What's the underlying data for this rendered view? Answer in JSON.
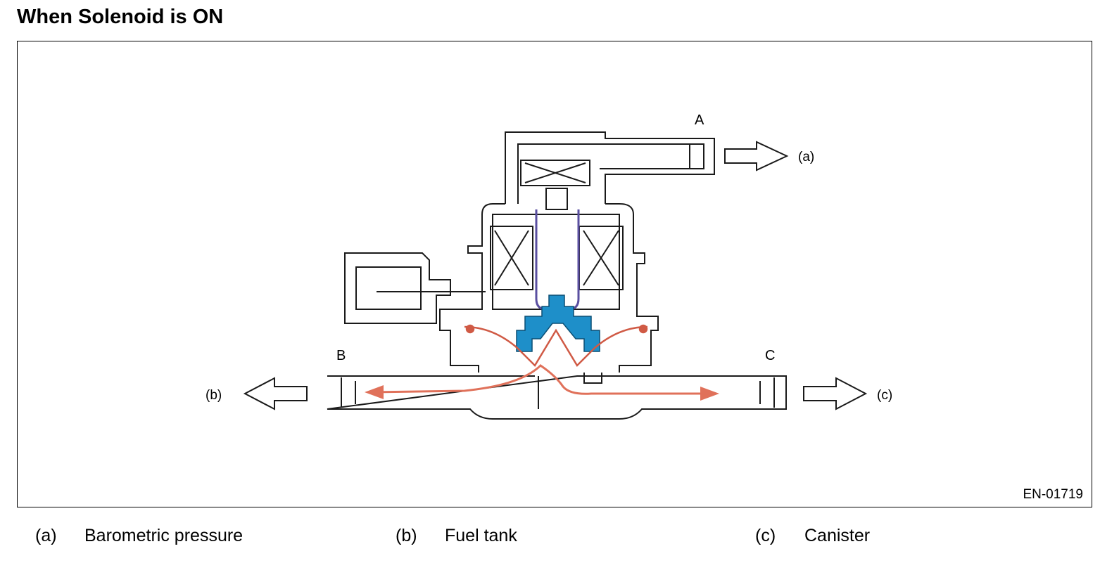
{
  "title": "When Solenoid is ON",
  "figure_code": "EN-01719",
  "port_labels": {
    "A": "A",
    "B": "B",
    "C": "C"
  },
  "arrow_labels": {
    "a": "(a)",
    "b": "(b)",
    "c": "(c)"
  },
  "legend": [
    {
      "key": "(a)",
      "text": "Barometric pressure"
    },
    {
      "key": "(b)",
      "text": "Fuel tank"
    },
    {
      "key": "(c)",
      "text": "Canister"
    }
  ],
  "colors": {
    "outline": "#1a1a1a",
    "valve_blue": "#1e8fc9",
    "plunger_purple": "#5a4fa0",
    "flow_arrow": "#e0715a",
    "diaphragm": "#d05a45"
  }
}
